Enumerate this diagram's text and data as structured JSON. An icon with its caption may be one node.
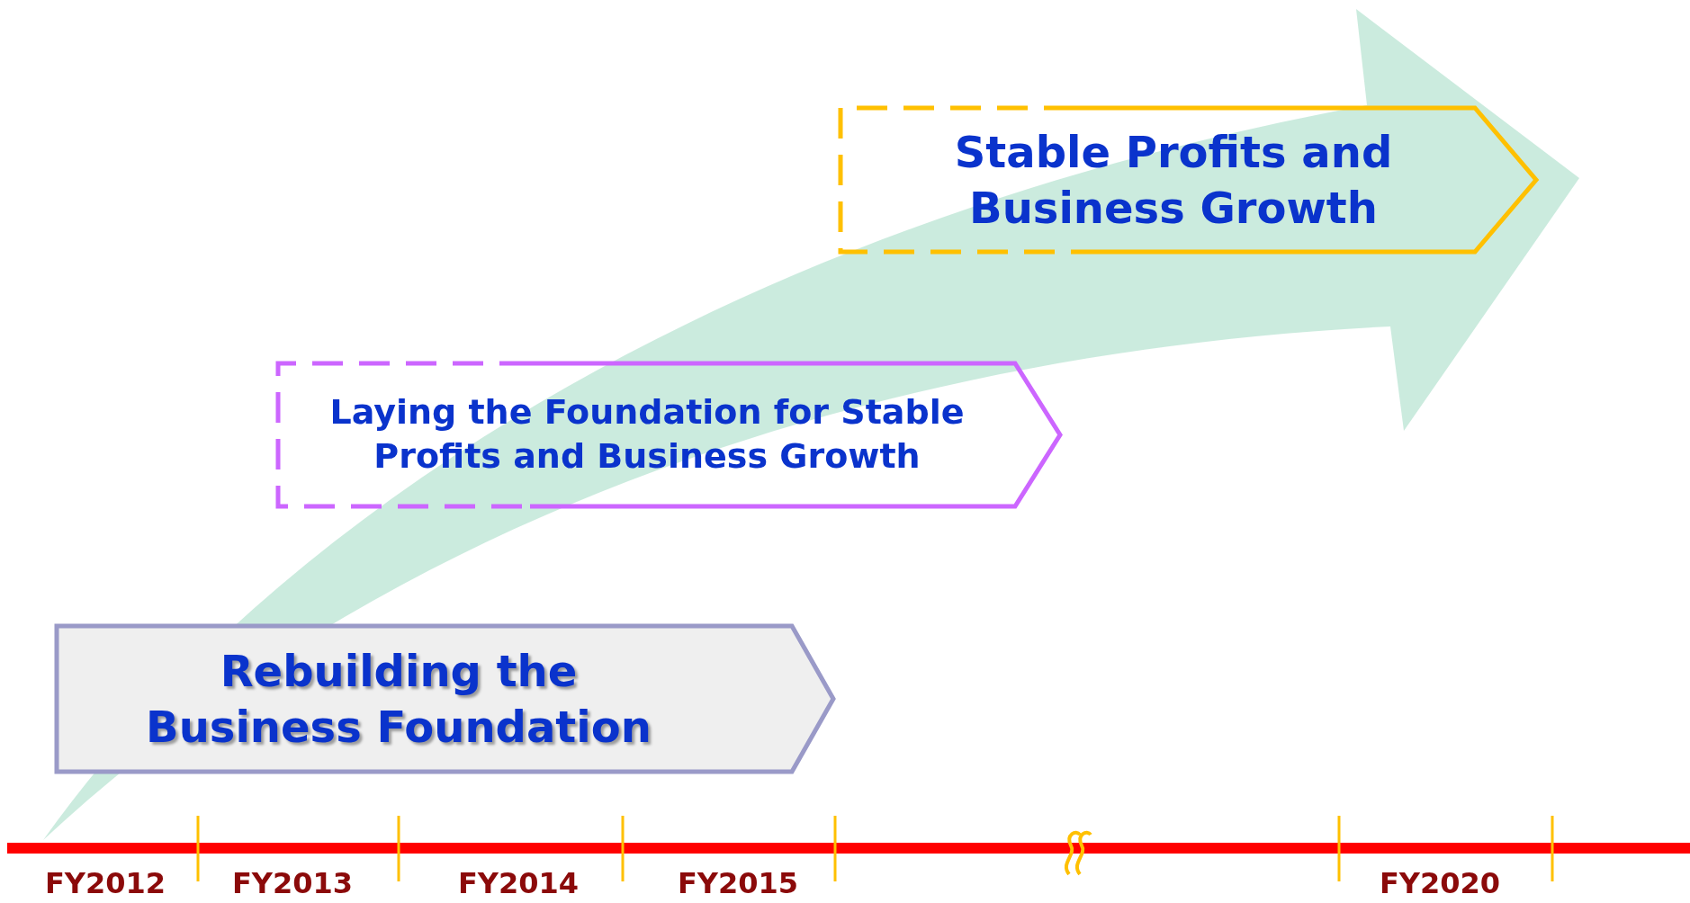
{
  "diagram": {
    "nodes": [
      {
        "text": [
          "Stable Profits and Business Growth"
        ]
      },
      {
        "text": [
          "Laying the Foundation for Stable Profits and Business Growth"
        ]
      },
      {
        "text": [
          "Rebuilding the Business Foundation"
        ]
      }
    ],
    "edges": [],
    "labels": [
      "FY2012",
      "FY2013",
      "FY2014",
      "FY2015",
      "FY2020"
    ]
  }
}
